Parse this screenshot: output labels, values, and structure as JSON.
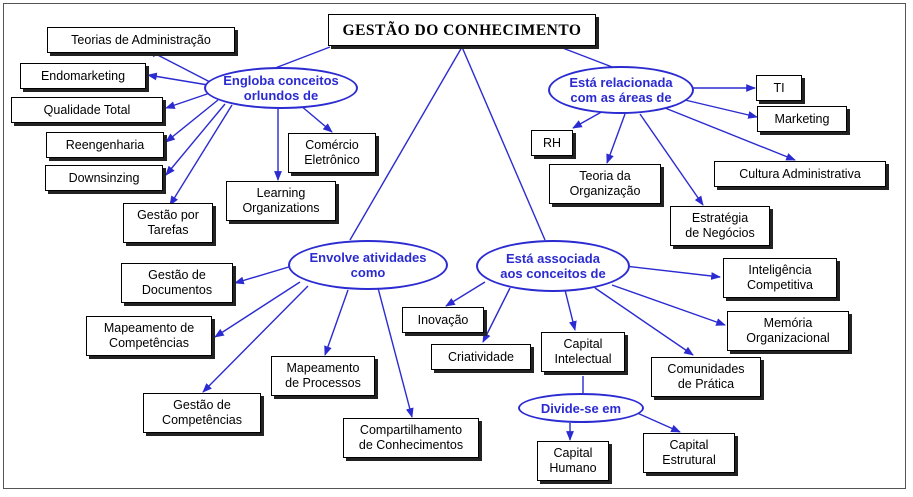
{
  "title": "GESTÃO DO CONHECIMENTO",
  "colors": {
    "oval_border": "#2b2bd1",
    "oval_text": "#2b2bd1",
    "line": "#2b2bd1",
    "box_border": "#000000"
  },
  "nodes": {
    "engloba": "Engloba conceitos\norlundos de",
    "relacionada": "Está relacionada\ncom as áreas de",
    "envolve": "Envolve atividades\ncomo",
    "associada": "Está associada\naos conceitos de",
    "divide": "Divide-se em"
  },
  "engloba_items": {
    "teorias": "Teorias de Administração",
    "endomarketing": "Endomarketing",
    "qualidade": "Qualidade Total",
    "reengenharia": "Reengenharia",
    "downsizing": "Downsinzing",
    "gestao_tarefas": "Gestão por\nTarefas",
    "learning": "Learning\nOrganizations",
    "comercio": "Comércio\nEletrônico"
  },
  "relacionada_items": {
    "ti": "TI",
    "marketing": "Marketing",
    "rh": "RH",
    "teoria_org": "Teoria da\nOrganização",
    "estrategia": "Estratégia\nde Negócios",
    "cultura": "Cultura Administrativa"
  },
  "envolve_items": {
    "gestao_docs": "Gestão de\nDocumentos",
    "mapeamento_comp": "Mapeamento de\nCompetências",
    "gestao_comp": "Gestão de\nCompetências",
    "mapeamento_proc": "Mapeamento\nde Processos",
    "compartilhamento": "Compartilhamento\nde Conhecimentos"
  },
  "associada_items": {
    "inovacao": "Inovação",
    "criatividade": "Criatividade",
    "capital_intelectual": "Capital\nIntelectual",
    "comunidades": "Comunidades\nde Prática",
    "memoria": "Memória\nOrganizacional",
    "inteligencia": "Inteligência\nCompetitiva"
  },
  "divide_items": {
    "capital_humano": "Capital\nHumano",
    "capital_estrutural": "Capital\nEstrutural"
  }
}
